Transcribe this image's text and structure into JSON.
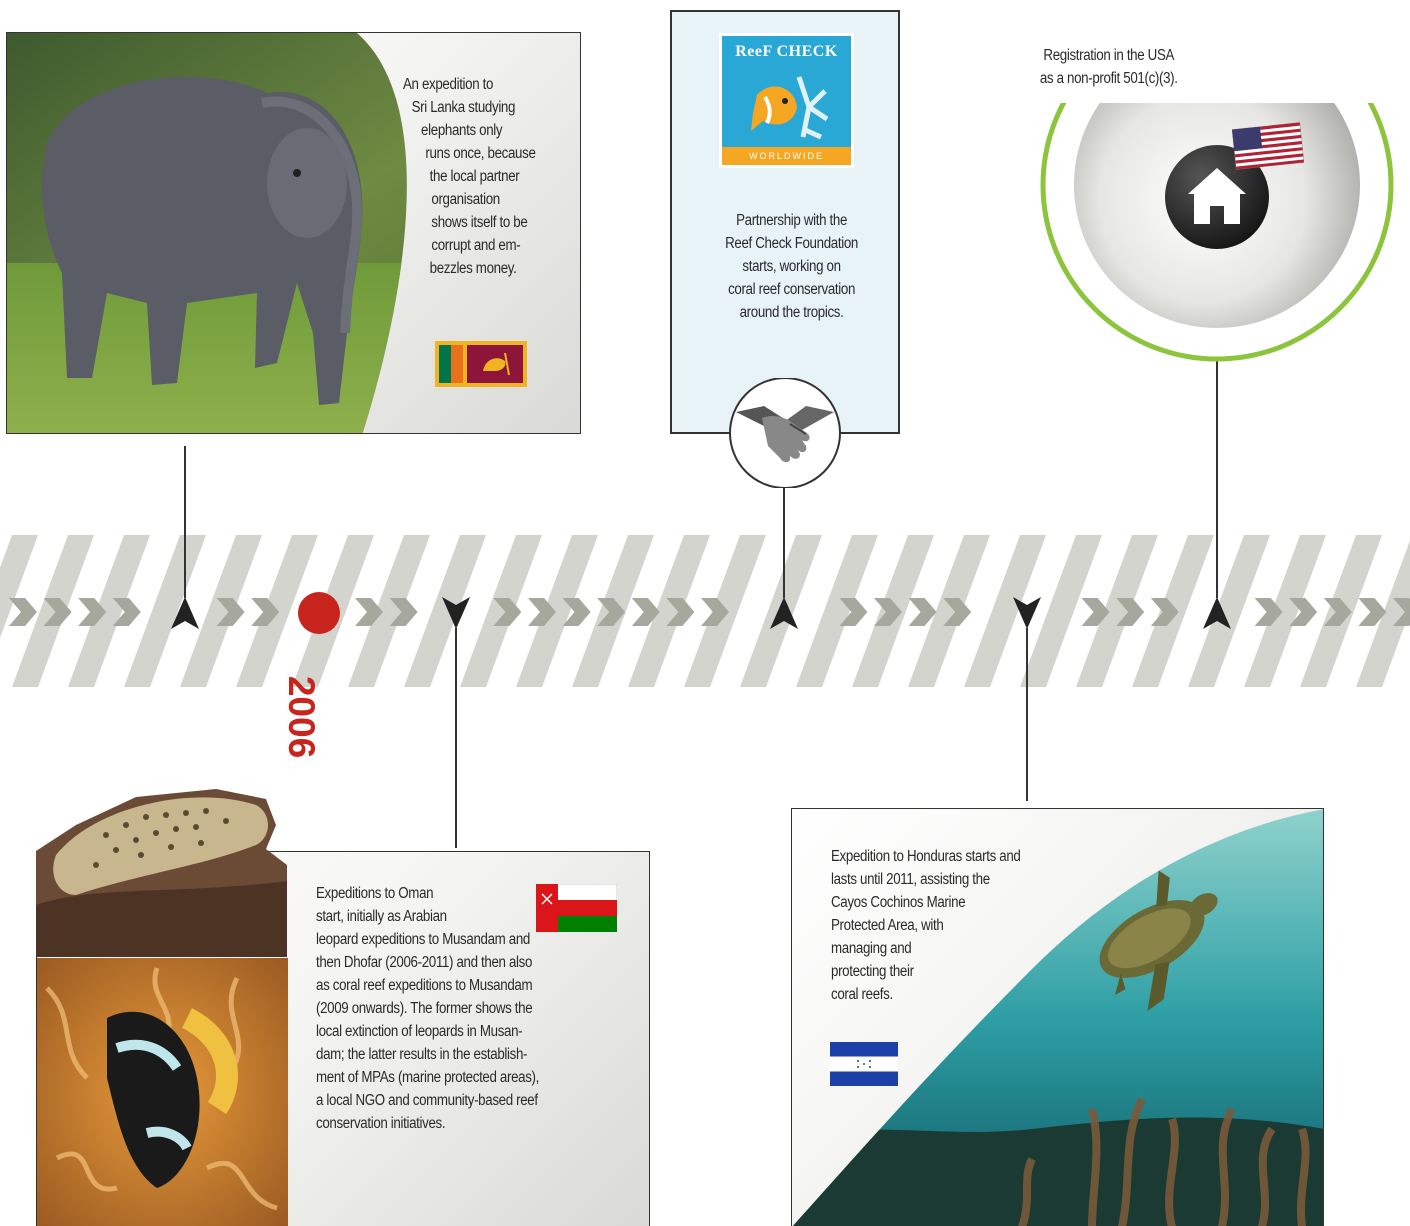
{
  "timeline": {
    "year": "2006",
    "accent_color": "#c8241e",
    "band_color": "#d4d4ce",
    "chevron_color": "#a6a89d",
    "marker_color": "#222222"
  },
  "events": {
    "sri_lanka": {
      "lines": [
        "An expedition to",
        "Sri Lanka studying",
        "elephants only",
        "runs once, because",
        "the local partner",
        "organisation",
        "shows itself to be",
        "corrupt and em-",
        "bezzles money."
      ],
      "image": "elephant-photo",
      "flag": "sri-lanka-flag-icon"
    },
    "reef_check": {
      "logo_top": "ReeF CHECK",
      "logo_bottom": "WORLDWIDE",
      "lines": [
        "Partnership with the",
        "Reef Check Foundation",
        "starts, working on",
        "coral reef conservation",
        "around the tropics."
      ],
      "icon": "handshake-icon"
    },
    "usa": {
      "lines": [
        "Registration in the USA",
        "as a non-profit 501(c)(3)."
      ],
      "icon": "home-icon",
      "flag": "usa-flag-icon",
      "ring_color": "#8cc43c"
    },
    "oman": {
      "lines": [
        "Expeditions to Oman",
        "start, initially as Arabian",
        "leopard expeditions to Musandam and",
        "then Dhofar (2006-2011) and then also",
        "as coral reef expeditions to Musandam",
        "(2009 onwards). The former shows the",
        "local extinction of leopards in Musan-",
        "dam; the latter results in the establish-",
        "ment of MPAs (marine protected areas),",
        "a local NGO and community-based reef",
        "conservation initiatives."
      ],
      "images": [
        "leopard-photo",
        "clownfish-photo"
      ],
      "flag": "oman-flag-icon"
    },
    "honduras": {
      "lines": [
        "Expedition to Honduras starts and",
        "lasts until 2011, assisting the",
        "Cayos Cochinos Marine",
        "Protected Area, with",
        "managing and",
        "protecting their",
        "coral reefs."
      ],
      "image": "sea-turtle-photo",
      "flag": "honduras-flag-icon"
    }
  }
}
